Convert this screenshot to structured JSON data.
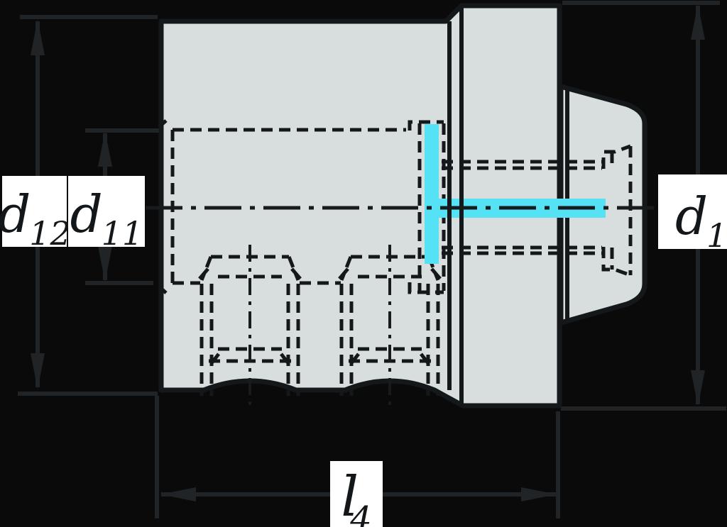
{
  "drawing": {
    "title": "tool-adapter-dimension-drawing",
    "view": "side-section-view",
    "colors": {
      "background": "#0a0a0b",
      "body_fill": "#d7dedd",
      "outline": "#15181b",
      "dimension_line": "#212427",
      "highlight_cyan": "#55e2f4",
      "label_background": "#ffffff",
      "label_text": "#14171a"
    },
    "dimensions": {
      "d12": {
        "base": "d",
        "sub": "12"
      },
      "d11": {
        "base": "d",
        "sub": "11"
      },
      "d1": {
        "base": "d",
        "sub": "1"
      },
      "l4": {
        "base": "l",
        "sub": "4"
      }
    }
  }
}
